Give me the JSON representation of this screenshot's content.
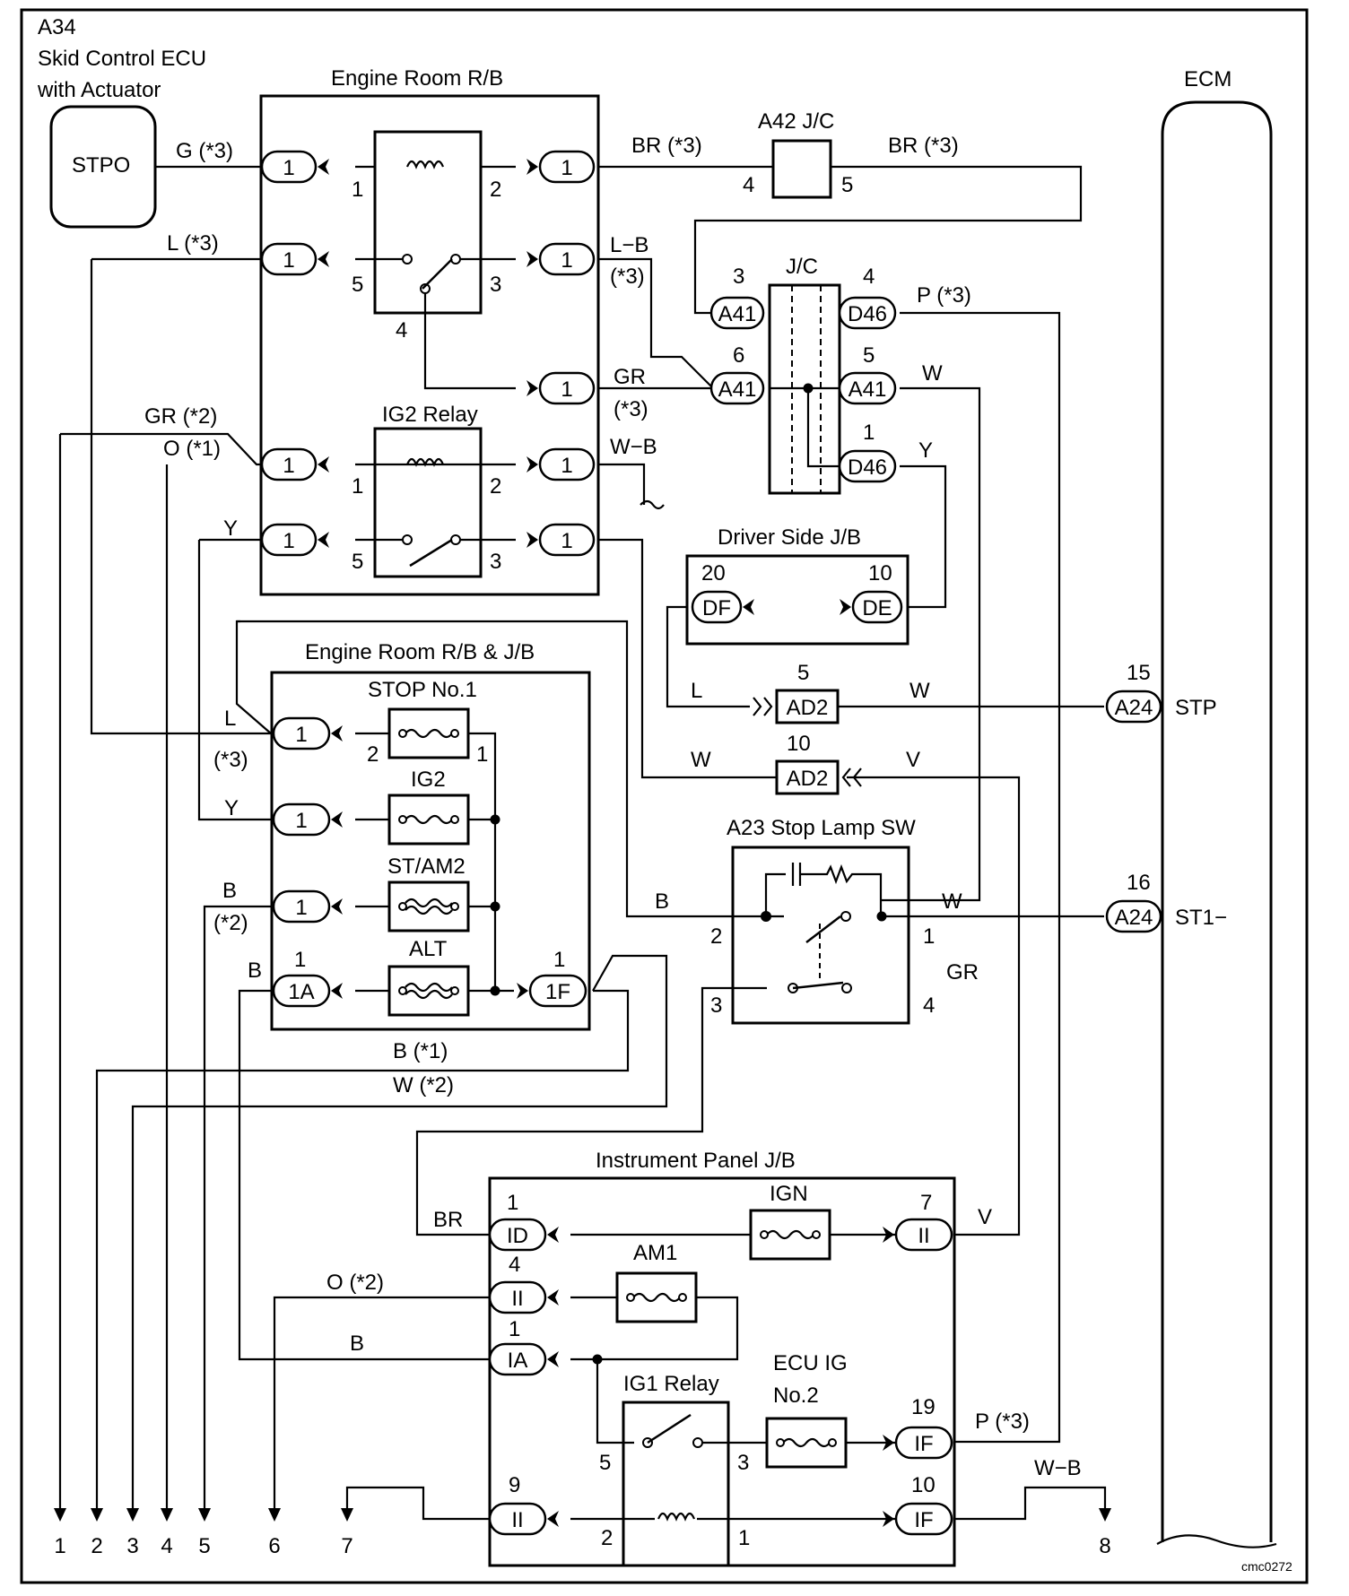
{
  "labels": {
    "a34_code": "A34",
    "a34_name1": "Skid Control ECU",
    "a34_name2": "with Actuator",
    "stpo": "STPO",
    "err_title": "Engine Room R/B",
    "a42": "A42 J/C",
    "ecm": "ECM",
    "jc": "J/C",
    "ig2_relay": "IG2 Relay",
    "driver_jb": "Driver Side J/B",
    "errjb_title": "Engine Room R/B & J/B",
    "stop1": "STOP No.1",
    "ig2_fuse": "IG2",
    "stam2": "ST/AM2",
    "alt": "ALT",
    "a23": "A23 Stop Lamp SW",
    "stp": "STP",
    "st1": "ST1−",
    "ipjb": "Instrument Panel J/B",
    "ign": "IGN",
    "am1": "AM1",
    "ecu_ig1": "ECU IG",
    "ecu_ig2": "No.2",
    "ig1_relay": "IG1 Relay",
    "code": "cmc0272"
  },
  "wires": {
    "g3": "G (*3)",
    "br3a": "BR (*3)",
    "br3b": "BR (*3)",
    "l3": "L  (*3)",
    "lb": "L−B",
    "lb3": "(*3)",
    "p3a": "P (*3)",
    "gr": "GR",
    "gr3": "(*3)",
    "w_a41": "W",
    "gr2": "GR (*2)",
    "o1": "O (*1)",
    "wb": "W−B",
    "y_d46": "Y",
    "y_left": "Y",
    "l_df": "L",
    "w_stp": "W",
    "l_left": "L",
    "l_left3": "(*3)",
    "w_ad2": "W",
    "v_ad2": "V",
    "y_ig2": "Y",
    "b_sw": "B",
    "w_sw": "W",
    "b_left": "B",
    "b2": "(*2)",
    "gr_sw": "GR",
    "b_alt": "B",
    "b1": "B  (*1)",
    "w2": "W (*2)",
    "br_id": "BR",
    "v_ign": "V",
    "o2": "O (*2)",
    "b_ia": "B",
    "p3b": "P (*3)",
    "wb2": "W−B"
  },
  "connectors": {
    "c1": "1",
    "one_a": "1A",
    "one_f": "1F",
    "a41": "A41",
    "d46": "D46",
    "df": "DF",
    "de": "DE",
    "ad2": "AD2",
    "a24": "A24",
    "id": "ID",
    "ii": "II",
    "ia": "IA",
    "if": "IF"
  },
  "pins": {
    "p1": "1",
    "p2": "2",
    "p3": "3",
    "p4": "4",
    "p5": "5",
    "p6": "6",
    "p7": "7",
    "p9": "9",
    "p10": "10",
    "p15": "15",
    "p16": "16",
    "p19": "19",
    "p20": "20"
  },
  "outputs": [
    "1",
    "2",
    "3",
    "4",
    "5",
    "6",
    "7",
    "8"
  ]
}
